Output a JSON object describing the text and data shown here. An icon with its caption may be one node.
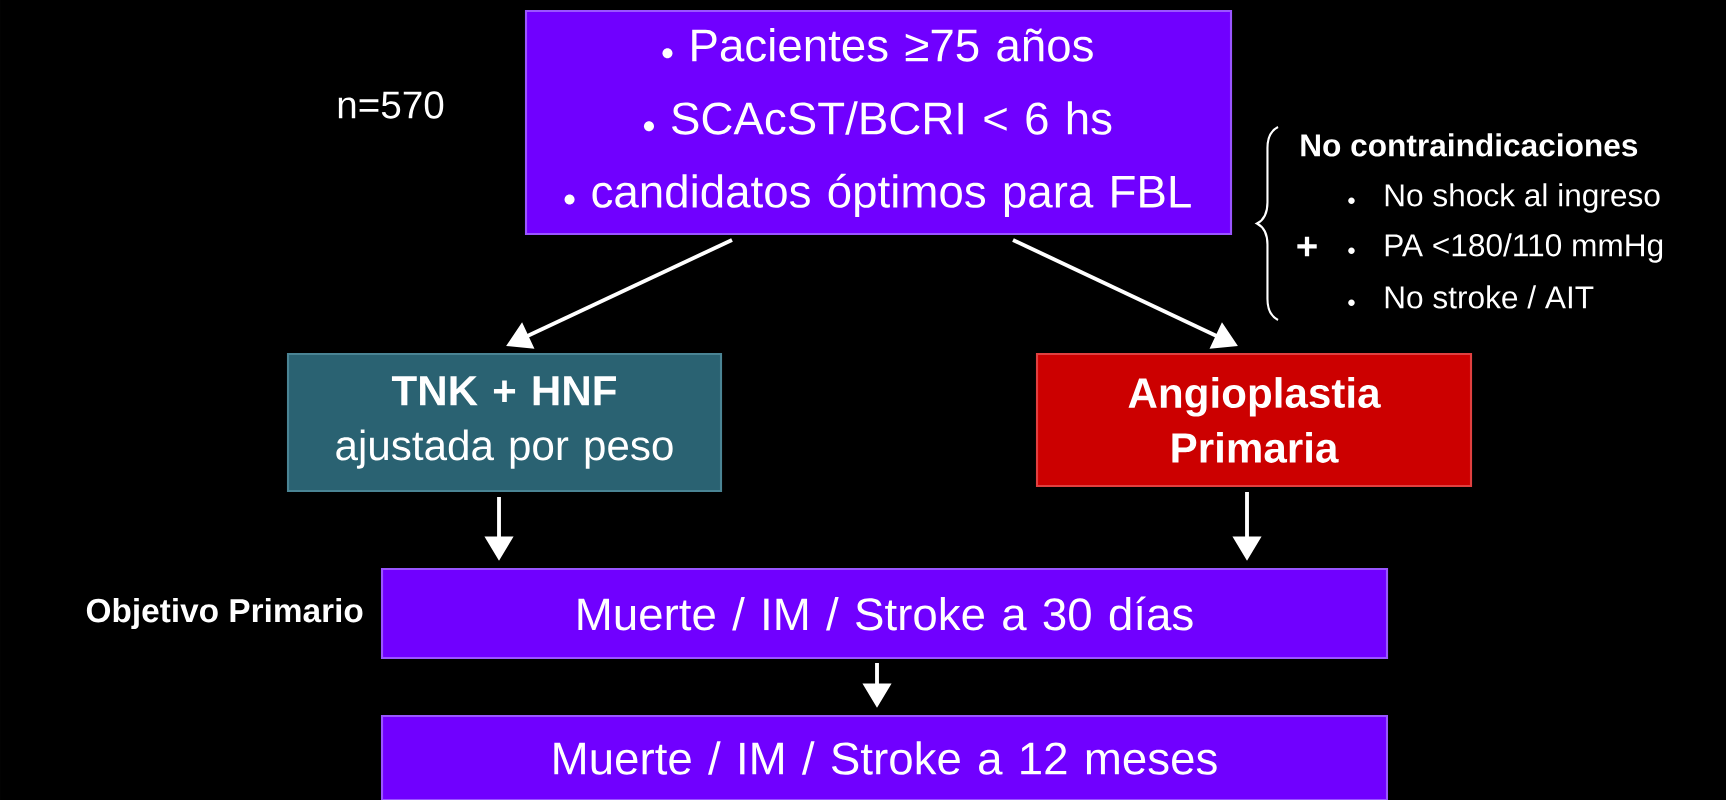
{
  "diagram": {
    "nodes": [
      {
        "text": [
          "Pacientes ≥75 años",
          "SCAcST/BCRI < 6 hs",
          "candidatos óptimos para FBL"
        ]
      },
      {
        "text": [
          "TNK + HNF",
          "ajustada por peso"
        ]
      },
      {
        "text": [
          "Angioplastia Primaria"
        ]
      },
      {
        "text": [
          "Muerte / IM / Stroke a 30 días"
        ],
        "beside": [
          "Objetivo Primario"
        ]
      },
      {
        "text": [
          "Muerte / IM / Stroke a 12 meses"
        ]
      }
    ],
    "edges": [
      {
        "from": 0,
        "to": 1,
        "arrow": "to"
      },
      {
        "from": 0,
        "to": 2,
        "arrow": "to"
      },
      {
        "from": 1,
        "to": 3,
        "arrow": "to"
      },
      {
        "from": 2,
        "to": 3,
        "arrow": "to"
      },
      {
        "from": 3,
        "to": 4,
        "arrow": "to"
      }
    ],
    "labels": [
      "n=570",
      "No contraindicaciones",
      "+",
      "No shock al ingreso",
      "PA <180/110 mmHg",
      "No stroke / AIT"
    ]
  }
}
